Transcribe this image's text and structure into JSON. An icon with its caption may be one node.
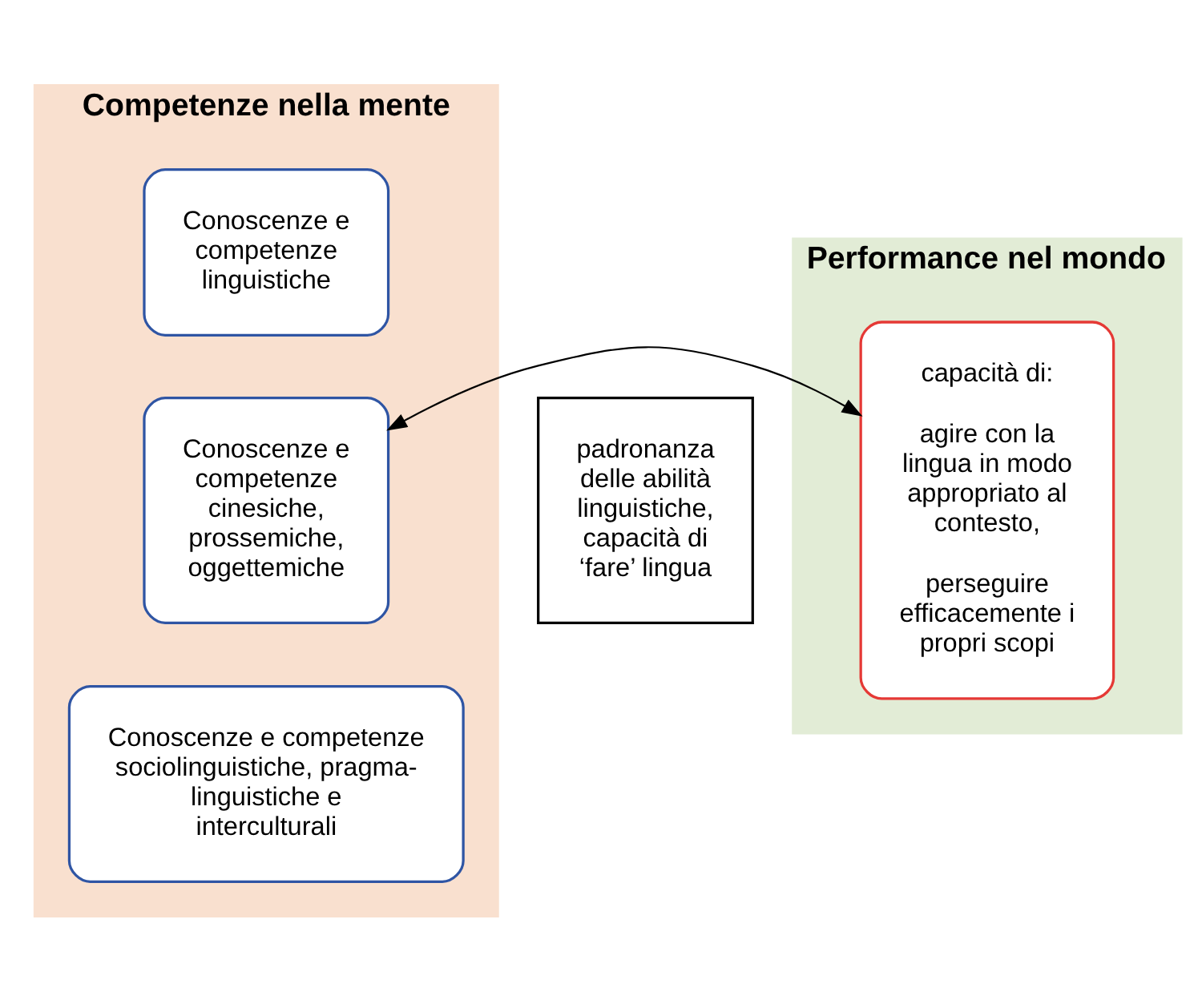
{
  "diagram": {
    "nodes": [
      {
        "text": [
          "Competenze nella mente"
        ]
      },
      {
        "text": [
          "Conoscenze e competenze linguistiche"
        ],
        "in": 0
      },
      {
        "text": [
          "Conoscenze e competenze cinesiche, prossemiche, oggettemiche"
        ],
        "in": 0
      },
      {
        "text": [
          "Conoscenze e competenze sociolinguistiche, pragma-linguistiche e interculturali"
        ],
        "in": 0
      },
      {
        "text": [
          "Performance nel mondo"
        ]
      },
      {
        "text": [
          "capacità di:",
          "agire con la lingua in modo appropriato al contesto,",
          "perseguire efficacemente i propri scopi"
        ],
        "in": 4
      },
      {
        "text": [
          "padronanza delle abilità linguistiche, capacità di ‘fare’ lingua"
        ]
      }
    ],
    "edges": [
      {
        "from": 2,
        "to": 5,
        "arrow": "both"
      }
    ]
  }
}
